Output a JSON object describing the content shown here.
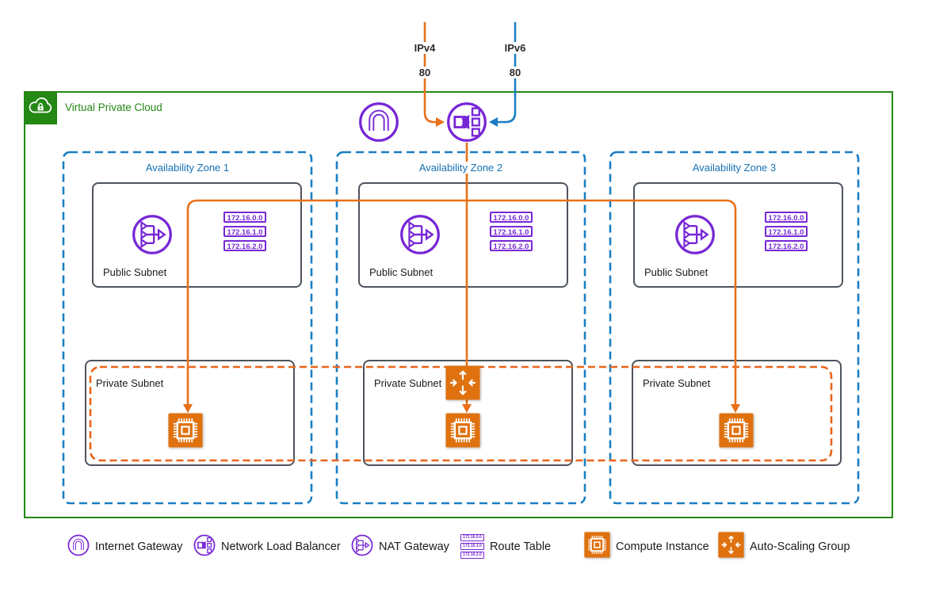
{
  "vpc": {
    "label": "Virtual Private Cloud"
  },
  "top_connections": {
    "ipv4": {
      "label": "IPv4",
      "port": "80"
    },
    "ipv6": {
      "label": "IPv6",
      "port": "80"
    }
  },
  "zones": [
    {
      "label": "Availability Zone 1",
      "public_subnet": {
        "label": "Public Subnet"
      },
      "private_subnet": {
        "label": "Private Subnet"
      }
    },
    {
      "label": "Availability Zone 2",
      "public_subnet": {
        "label": "Public Subnet"
      },
      "private_subnet": {
        "label": "Private Subnet"
      }
    },
    {
      "label": "Availability Zone 3",
      "public_subnet": {
        "label": "Public Subnet"
      },
      "private_subnet": {
        "label": "Private Subnet"
      }
    }
  ],
  "route_table": {
    "rows": [
      "172.16.0.0",
      "172.16.1.0",
      "172.16.2.0"
    ]
  },
  "legend": {
    "items": [
      {
        "icon": "internet-gateway-icon",
        "label": "Internet Gateway"
      },
      {
        "icon": "network-load-balancer-icon",
        "label": "Network Load Balancer"
      },
      {
        "icon": "nat-gateway-icon",
        "label": "NAT Gateway"
      },
      {
        "icon": "route-table-icon",
        "label": "Route Table"
      },
      {
        "icon": "compute-instance-icon",
        "label": "Compute Instance"
      },
      {
        "icon": "auto-scaling-group-icon",
        "label": "Auto-Scaling Group"
      }
    ]
  },
  "colors": {
    "vpc_green": "#248814",
    "az_blue": "#1B7EC2",
    "az_text_blue": "#1871B3",
    "icon_purple": "#7727D6",
    "orange_fill": "#DF710F",
    "orange_line": "#E8701A",
    "subnet_gray": "#4D545C"
  }
}
